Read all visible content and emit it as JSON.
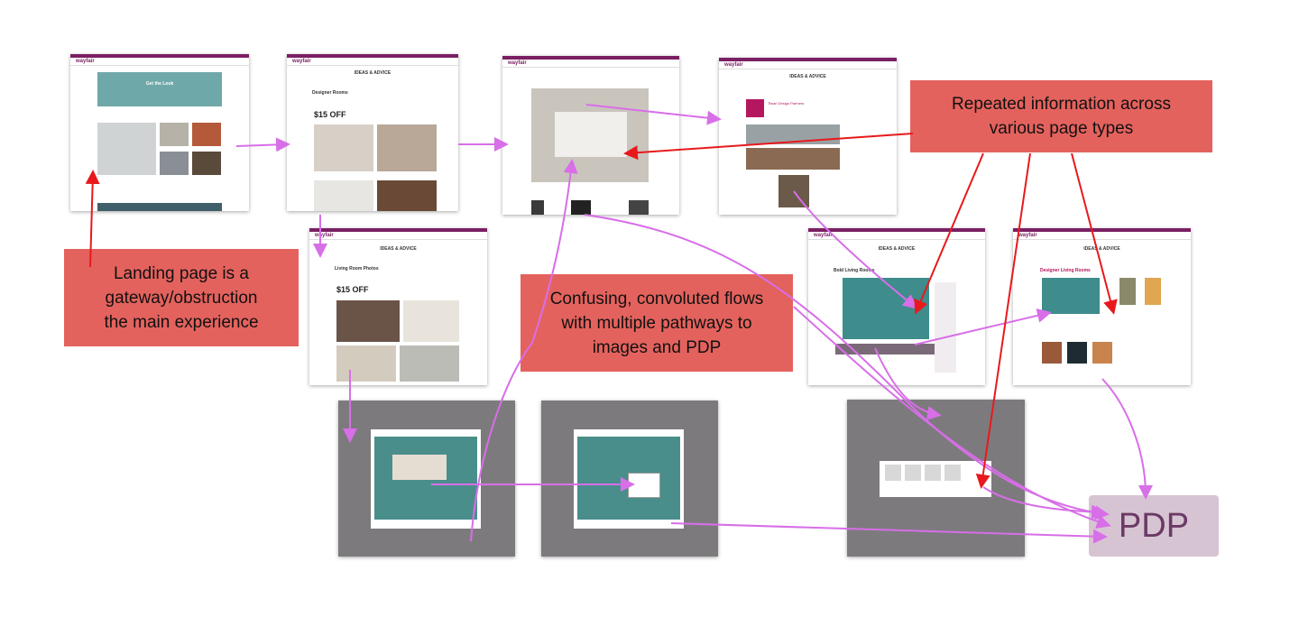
{
  "callouts": {
    "landing": "Landing page is a gateway/obstruction the main experience",
    "repeated": "Repeated information across various page types",
    "confusing": "Confusing, convoluted flows with multiple pathways to images and PDP"
  },
  "pdp_label": "PDP",
  "screens": {
    "brand": "wayfair",
    "ideas_title": "IDEAS & ADVICE",
    "get_the_look": "Get the Look",
    "designer_rooms": "Designer Rooms",
    "living_room_photos": "Living Room Photos",
    "bold_living_rooms": "Bold Living Rooms",
    "designer_living_rooms": "Designer Living Rooms",
    "promo": "$15 OFF",
    "partner_name": "Tiwari Design Partners"
  },
  "colors": {
    "callout": "#e4625d",
    "arrow_purple": "#d86ee8",
    "arrow_red": "#e8191c",
    "pdp_bg": "#d7c4d3",
    "pdp_text": "#6b3a66",
    "brand": "#7b1f63"
  }
}
